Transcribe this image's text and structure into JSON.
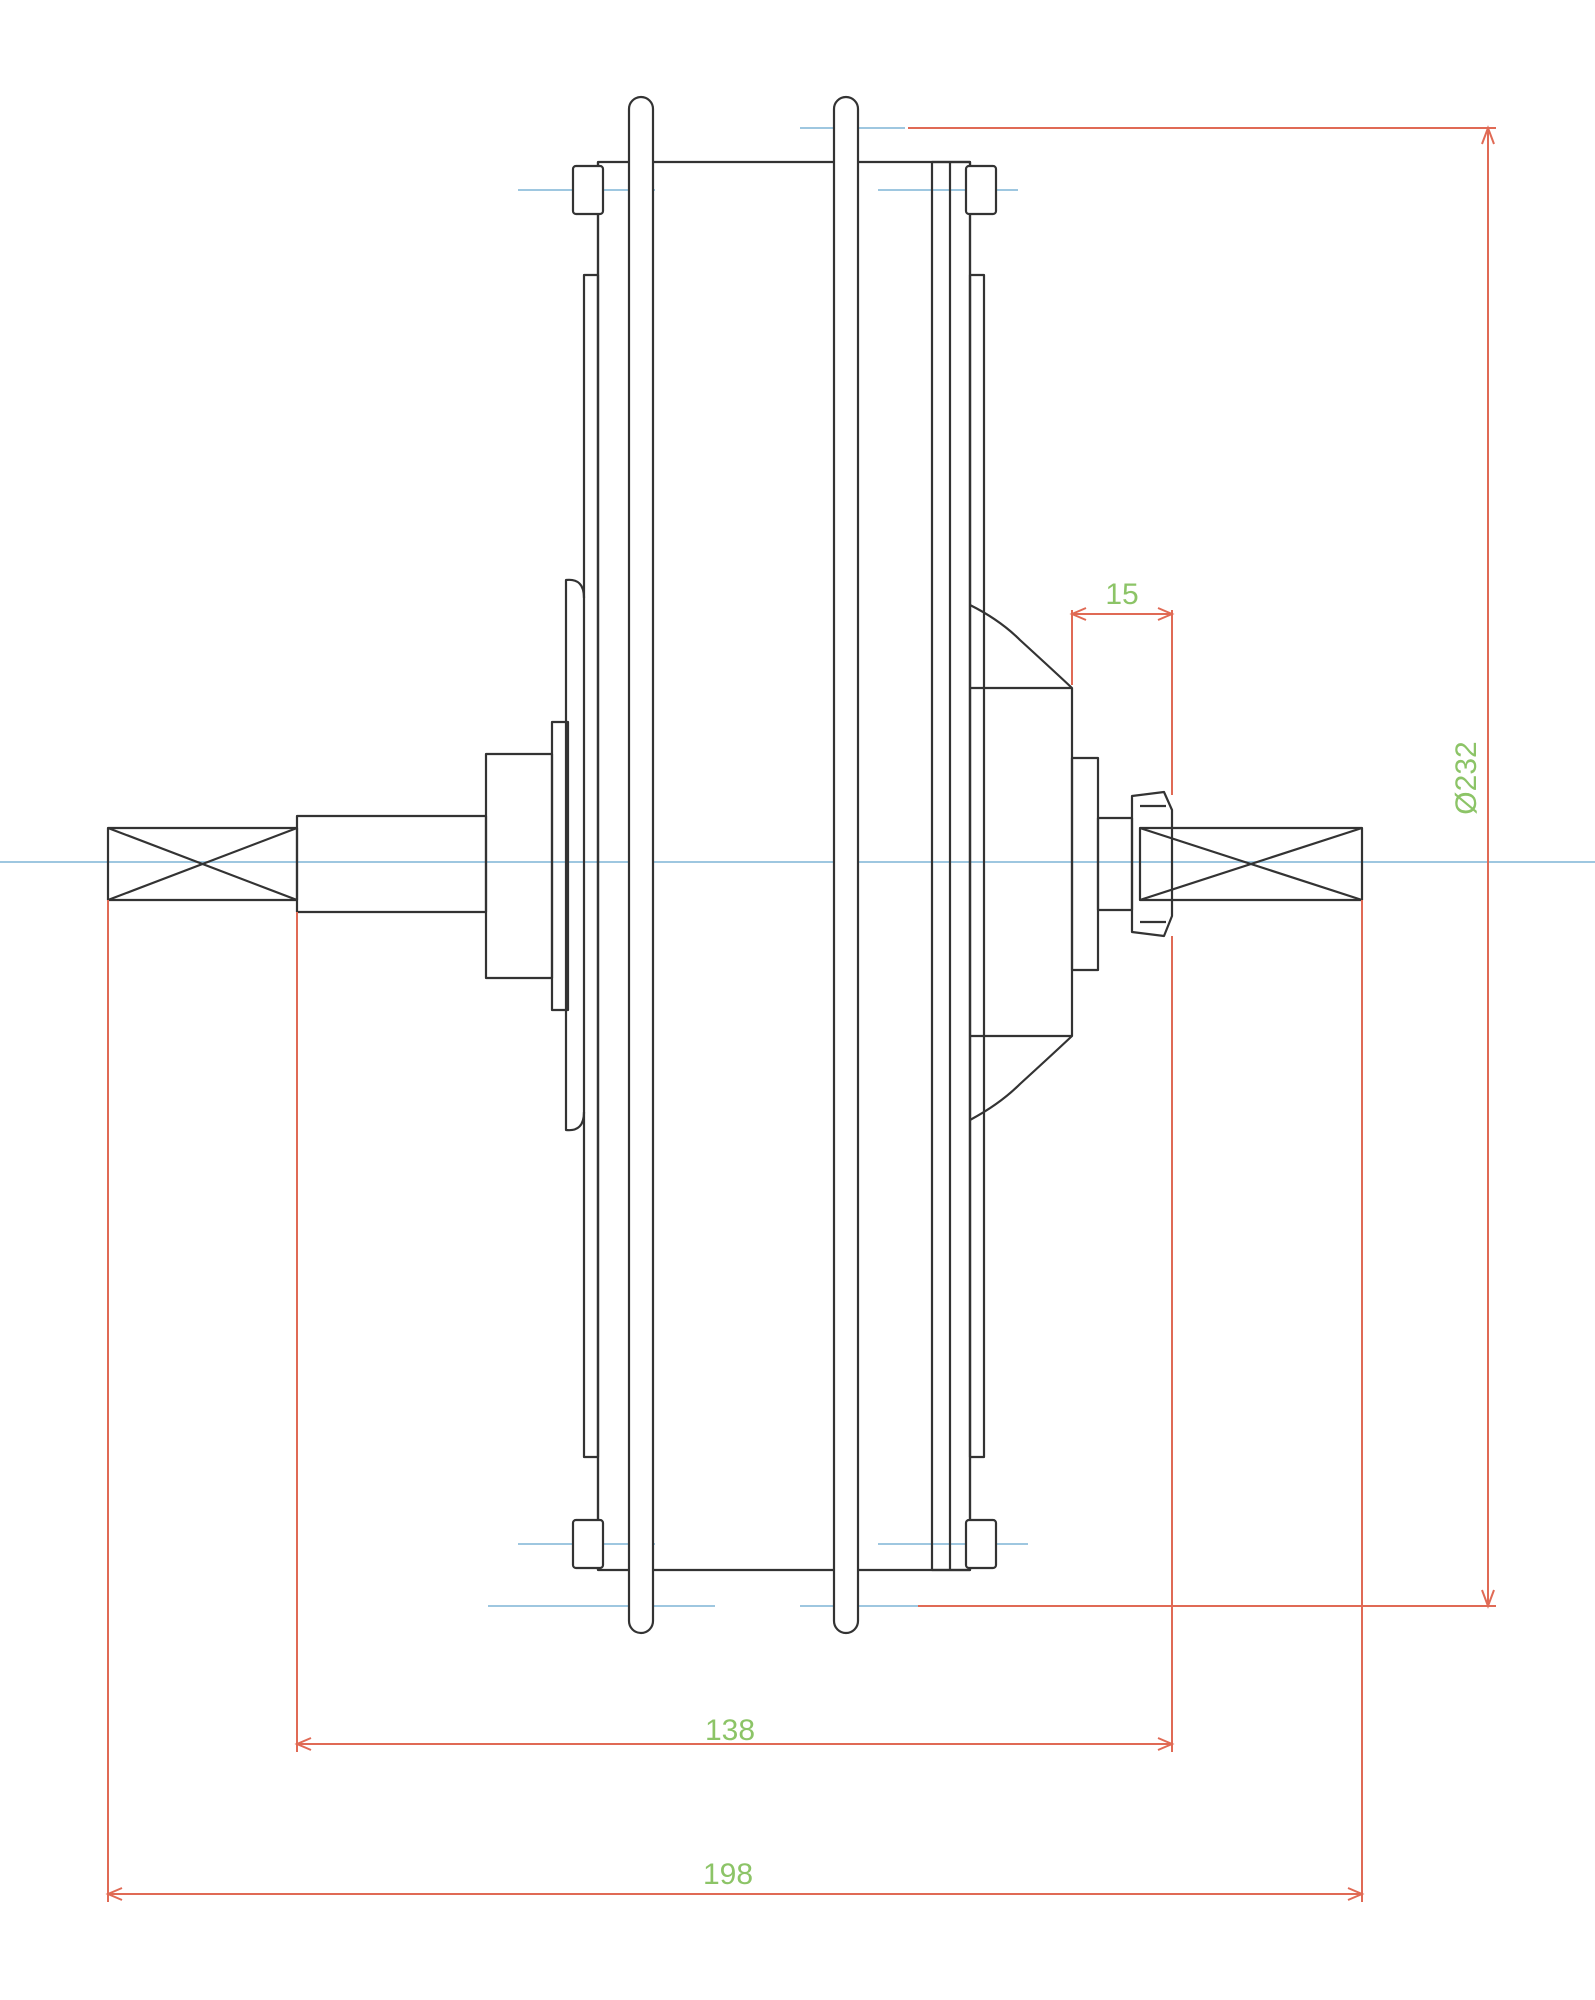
{
  "drawing": {
    "colors": {
      "outline": "#333333",
      "centerline": "#9ec7e0",
      "dimension_line": "#e06a55",
      "dimension_text": "#8cc467"
    },
    "dimensions": {
      "flange_offset": "15",
      "outer_diameter": "Ø232",
      "dropout_inner": "138",
      "axle_overall": "198"
    }
  }
}
